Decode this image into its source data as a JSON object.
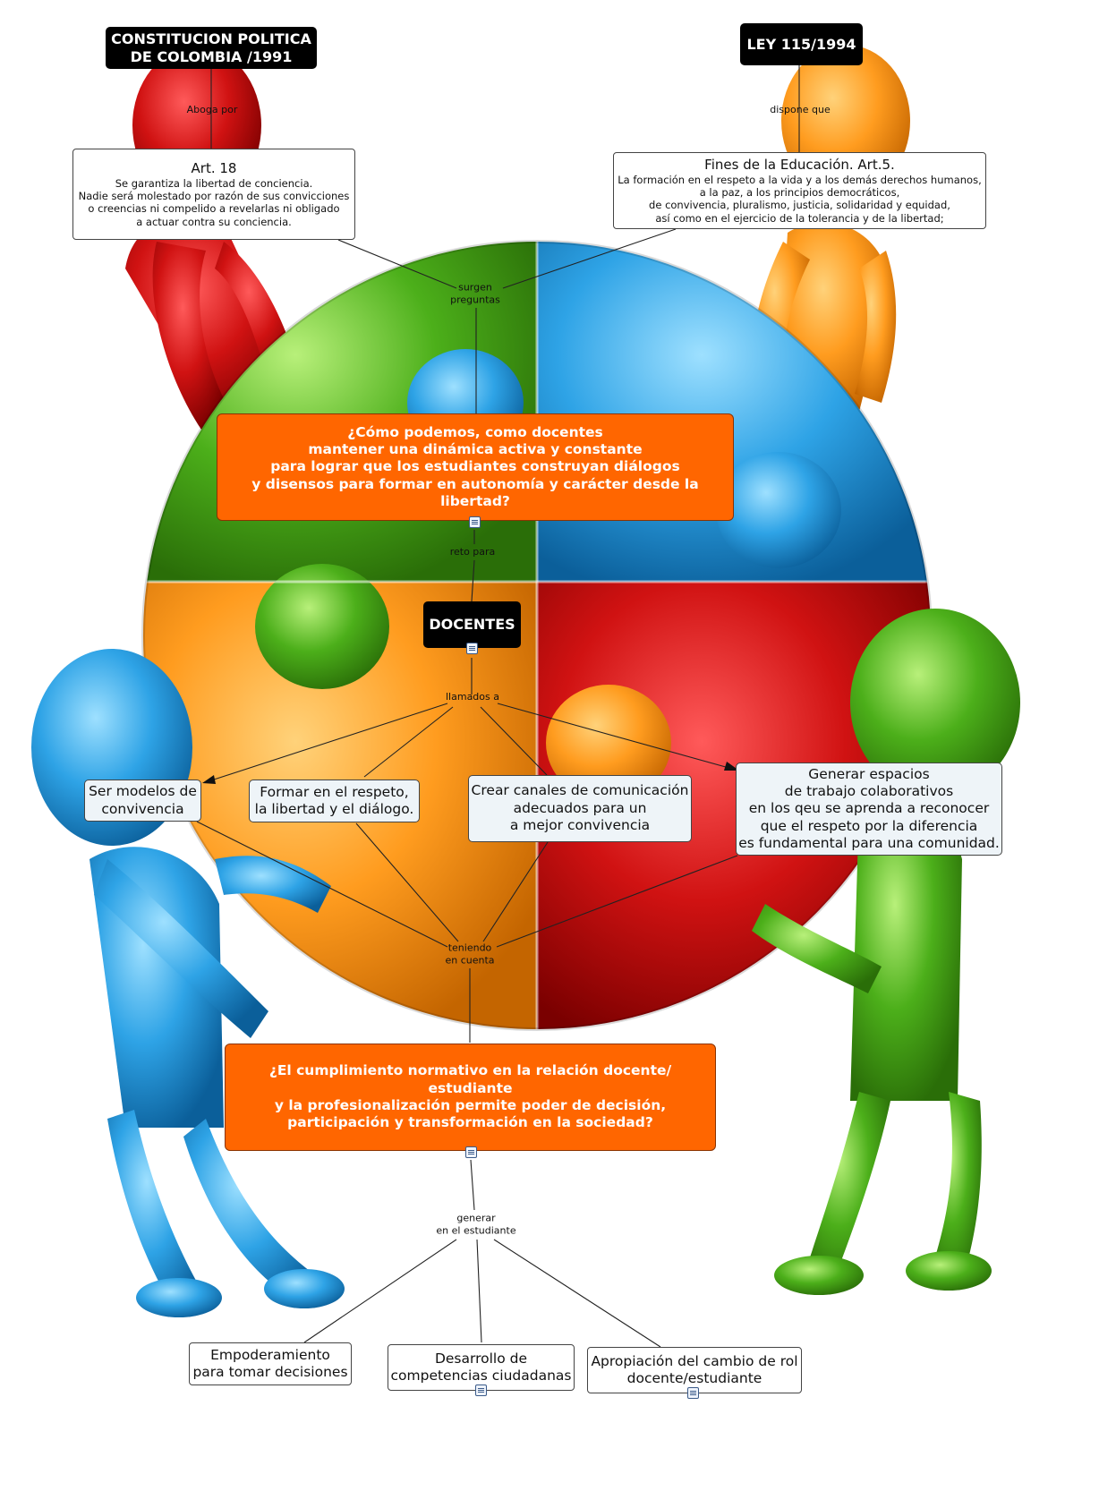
{
  "nodes": {
    "constitucion": "CONSTITUCION POLITICA\nDE COLOMBIA /1991",
    "ley": "LEY 115/1994",
    "art18_title": "Art. 18",
    "art18_text": "Se garantiza la libertad de conciencia.\nNadie será molestado por razón de sus convicciones\no creencias ni compelido a revelarlas ni obligado\na actuar contra su conciencia.",
    "fines_title": "Fines de la Educación. Art.5.",
    "fines_text": "La formación en el respeto a la vida y a los demás derechos humanos,\na la paz, a los principios democráticos,\nde convivencia, pluralismo, justicia, solidaridad y equidad,\nasí como en el ejercicio de la tolerancia y de la libertad;",
    "pregunta1": "¿Cómo podemos, como docentes\nmantener una dinámica activa y constante\npara lograr que los estudiantes construyan diálogos\ny disensos para formar en autonomía y carácter desde la libertad?",
    "docentes": "DOCENTES",
    "modelos": "Ser modelos de\nconvivencia",
    "formar": "Formar en el respeto,\nla libertad y el diálogo.",
    "canales": "Crear canales de comunicación\nadecuados para un\na mejor convivencia",
    "espacios": "Generar espacios\nde trabajo colaborativos\nen los qeu se aprenda a reconocer\nque el respeto por la diferencia\nes fundamental para una comunidad.",
    "pregunta2": "¿El cumplimiento normativo en la relación docente/ estudiante\ny la profesionalización permite poder de decisión,\nparticipación y transformación en la sociedad?",
    "empoderamiento": "Empoderamiento\npara tomar decisiones",
    "desarrollo": "Desarrollo de\ncompetencias ciudadanas",
    "apropiacion": "Apropiación del cambio de rol\ndocente/estudiante"
  },
  "links": {
    "aboga": "Aboga por",
    "dispone": "dispone que",
    "surgen": "surgen\npreguntas",
    "reto": "reto para",
    "llamados": "llamados a",
    "teniendo": "teniendo\nen cuenta",
    "generar": "generar\nen el estudiante"
  },
  "icons": [
    "puzzle-background",
    "red-figure",
    "orange-figure",
    "blue-figure",
    "green-figure",
    "document-icon"
  ],
  "colors": {
    "green": "#4aad1a",
    "blue": "#2c9fe2",
    "orange": "#ff9a1a",
    "red": "#cc1010",
    "accent": "#ff6600"
  }
}
